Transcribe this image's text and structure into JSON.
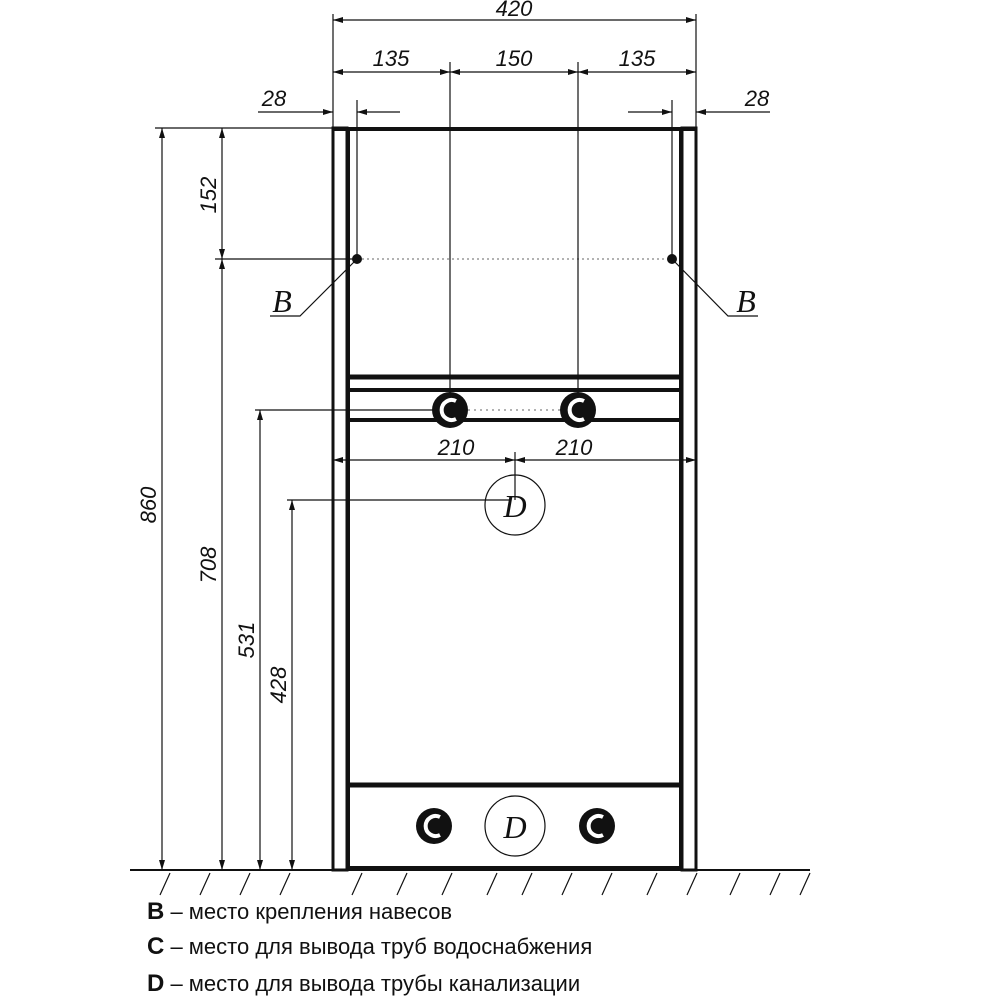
{
  "dimensions": {
    "total_width": "420",
    "left_offset": "135",
    "center_span": "150",
    "right_offset": "135",
    "left_edge": "28",
    "right_edge": "28",
    "total_height": "860",
    "top_to_b": "152",
    "b_height": "708",
    "c_height": "531",
    "d_height": "428",
    "half_width_left": "210",
    "half_width_right": "210"
  },
  "markers": {
    "b": "B",
    "c": "C",
    "d": "D"
  },
  "legend": [
    {
      "key": "B",
      "text": " – место крепления навесов"
    },
    {
      "key": "C",
      "text": " – место для вывода труб водоснабжения"
    },
    {
      "key": "D",
      "text": " – место для вывода трубы канализации"
    }
  ]
}
